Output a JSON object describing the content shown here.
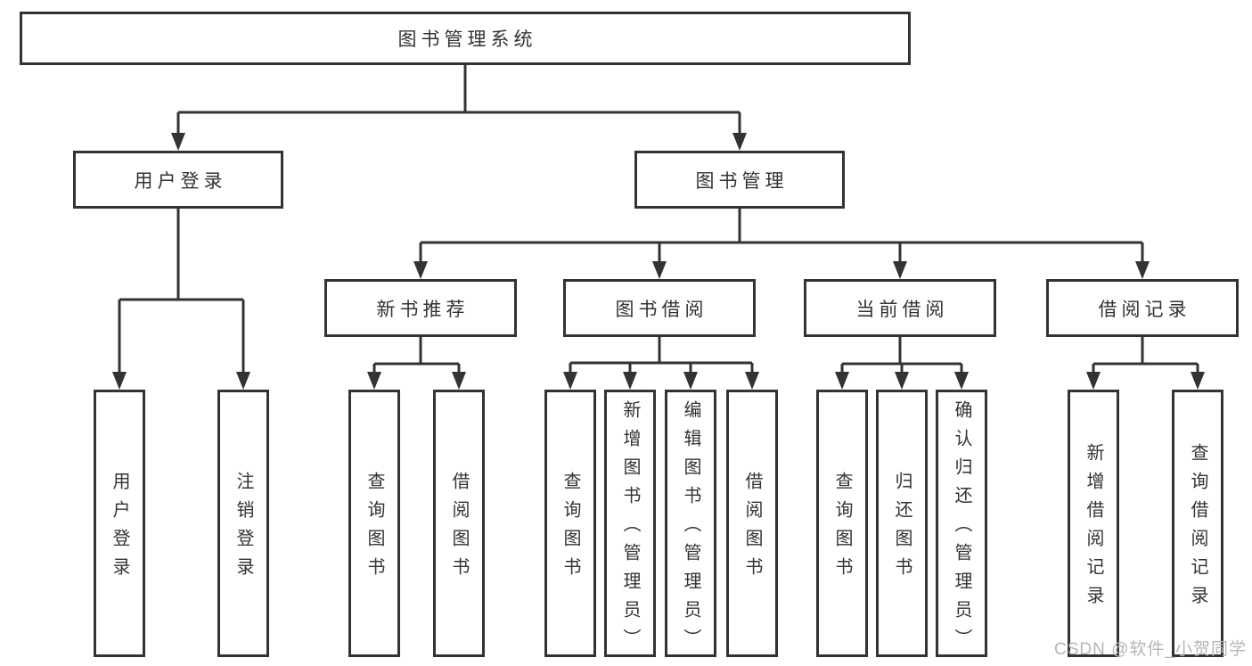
{
  "diagram": {
    "type": "hierarchy-tree",
    "orientation": "top-down",
    "tree": {
      "label": "图书管理系统",
      "children": [
        {
          "label": "用户登录",
          "children": [
            {
              "label": "用户登录"
            },
            {
              "label": "注销登录"
            }
          ]
        },
        {
          "label": "图书管理",
          "children": [
            {
              "label": "新书推荐",
              "children": [
                {
                  "label": "查询图书"
                },
                {
                  "label": "借阅图书"
                }
              ]
            },
            {
              "label": "图书借阅",
              "children": [
                {
                  "label": "查询图书"
                },
                {
                  "label": "新增图书（管理员）"
                },
                {
                  "label": "编辑图书（管理员）"
                },
                {
                  "label": "借阅图书"
                }
              ]
            },
            {
              "label": "当前借阅",
              "children": [
                {
                  "label": "查询图书"
                },
                {
                  "label": "归还图书"
                },
                {
                  "label": "确认归还（管理员）"
                }
              ]
            },
            {
              "label": "借阅记录",
              "children": [
                {
                  "label": "新增借阅记录"
                },
                {
                  "label": "查询借阅记录"
                }
              ]
            }
          ]
        }
      ]
    },
    "colors": {
      "line": "#333333",
      "box_border": "#333333",
      "box_fill": "#ffffff",
      "text": "#333333",
      "background": "#ffffff",
      "watermark": "#b5b5b5"
    }
  },
  "watermark": {
    "text": "CSDN @软件_小贺同学"
  }
}
